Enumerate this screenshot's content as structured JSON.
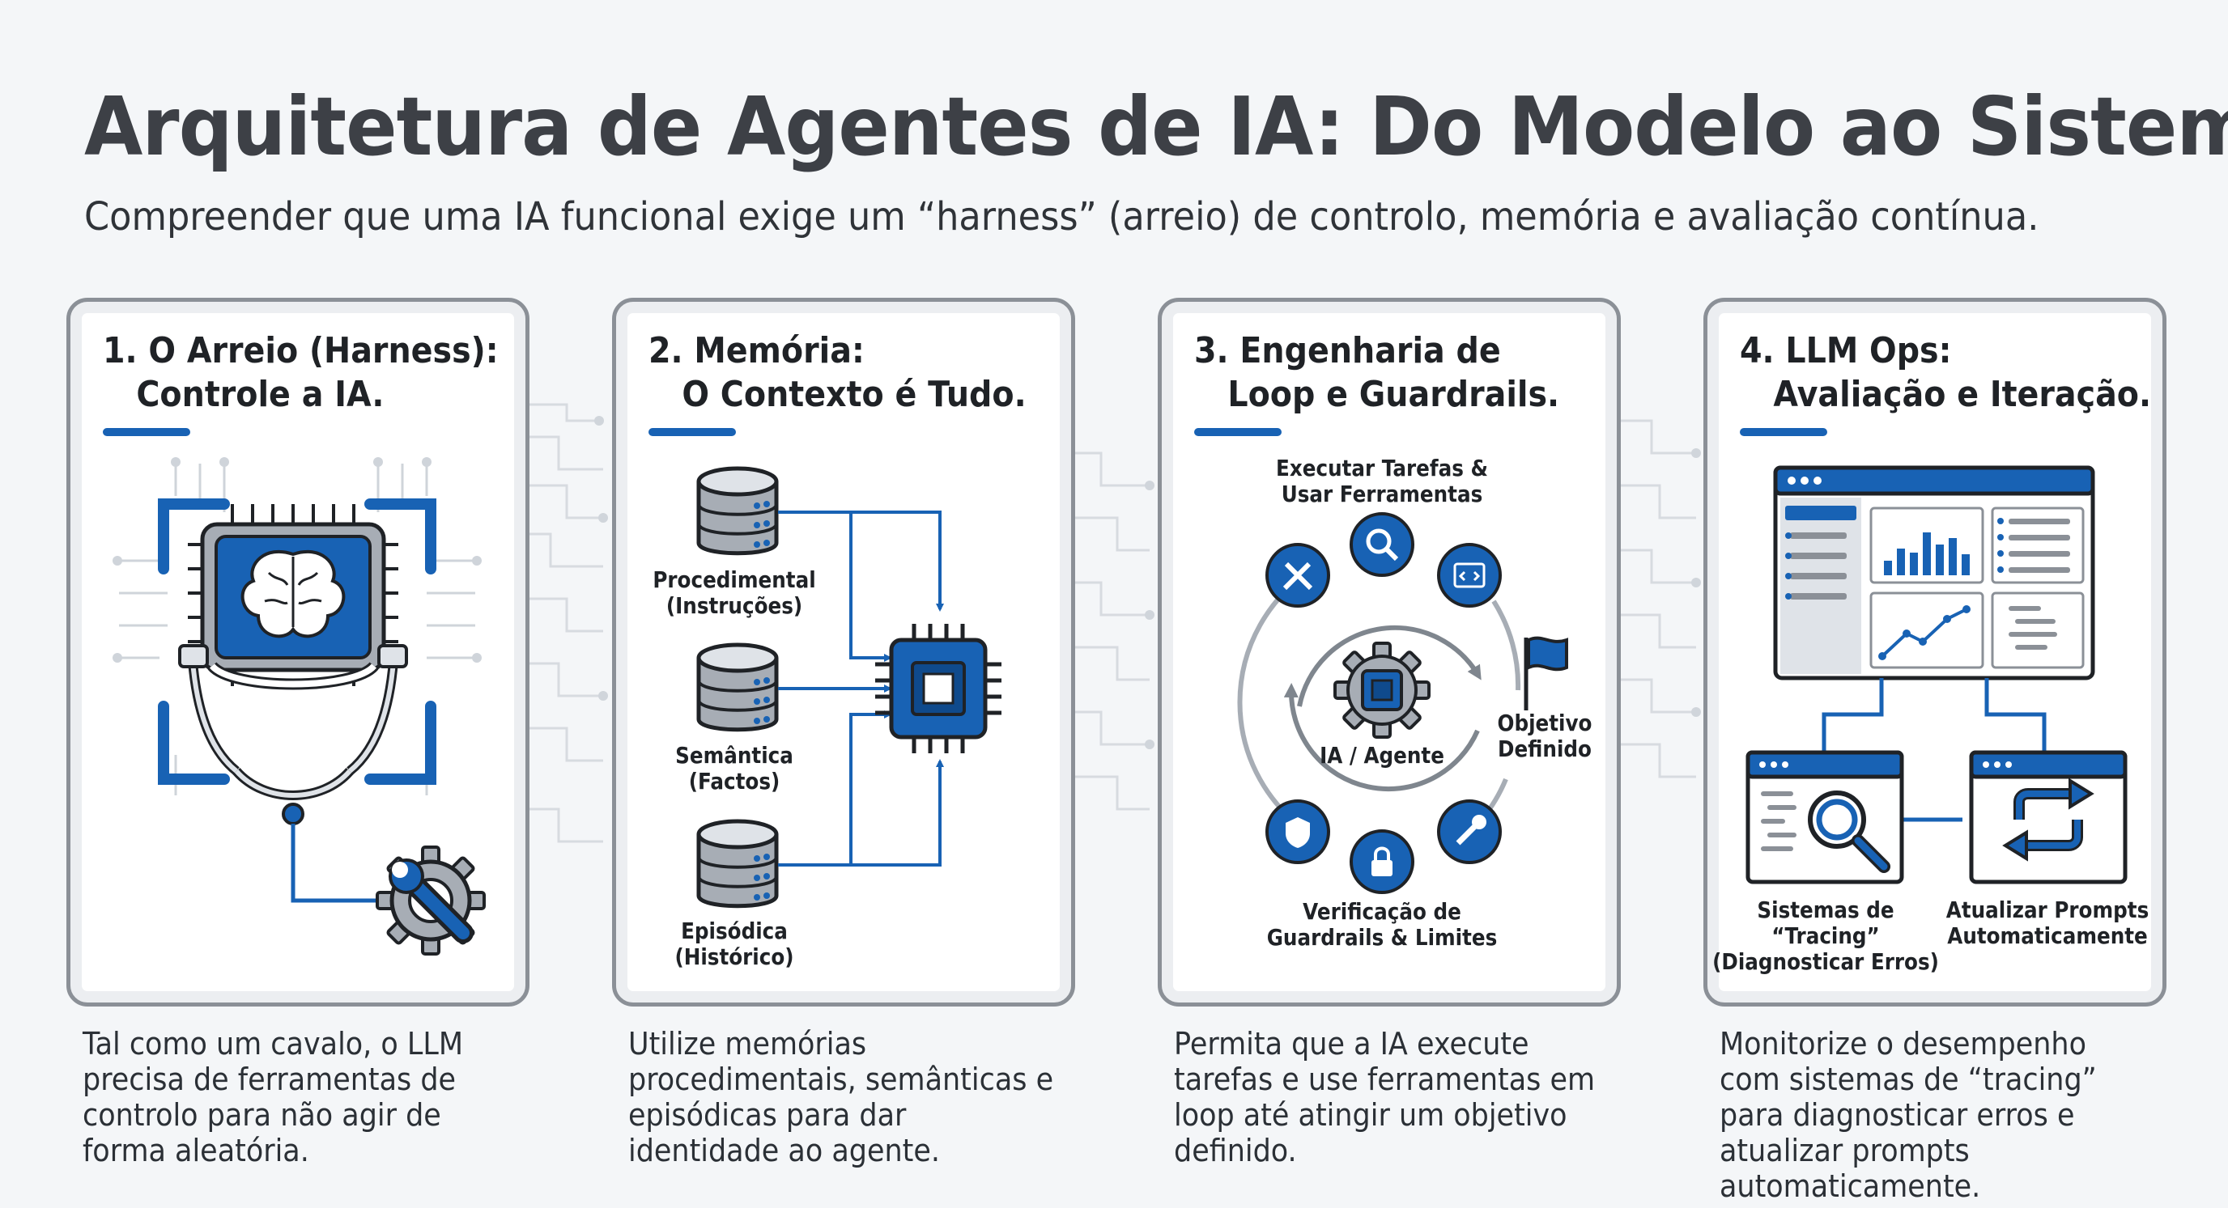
{
  "header": {
    "title": "Arquitetura de Agentes de IA: Do Modelo ao Sistema",
    "subtitle": "Compreender que uma IA funcional exige um “harness” (arreio) de controlo, memória e avaliação contínua."
  },
  "colors": {
    "accent": "#1862b4",
    "dark_blue": "#0f4a8c",
    "border": "#8b9097",
    "background": "#f4f6f8"
  },
  "cards": [
    {
      "title": "1. O Arreio (Harness):\n   Controle a IA.",
      "icons": [
        "brain-chip-icon",
        "harness-icon",
        "gear-wrench-icon"
      ],
      "description": "Tal como um cavalo, o LLM precisa de ferramentas de controlo para não agir de forma aleatória."
    },
    {
      "title": "2. Memória:\n   O Contexto é Tudo.",
      "labels": {
        "procedural": "Procedimental\n(Instruções)",
        "semantic": "Semântica\n(Factos)",
        "episodic": "Episódica\n(Histórico)"
      },
      "icons": [
        "database-icon",
        "chip-icon"
      ],
      "description": "Utilize memórias procedimentais, semânticas e episódicas para dar identidade ao agente."
    },
    {
      "title": "3. Engenharia de\n   Loop e Guardrails.",
      "labels": {
        "top": "Executar Tarefas &\nUsar Ferramentas",
        "center": "IA / Agente",
        "right": "Objetivo\nDefinido",
        "bottom": "Verificação de\nGuardrails & Limites"
      },
      "icons": [
        "tools-icon",
        "search-icon",
        "code-icon",
        "flag-icon",
        "gear-chip-icon",
        "shield-icon",
        "lock-icon",
        "wrench-icon"
      ],
      "description": "Permita que a IA execute tarefas e use ferramentas em loop até atingir um objetivo definido."
    },
    {
      "title": "4. LLM Ops:\n   Avaliação e Iteração.",
      "labels": {
        "tracing": "Sistemas de\n“Tracing”\n(Diagnosticar Erros)",
        "update": "Atualizar Prompts\nAutomaticamente"
      },
      "icons": [
        "dashboard-icon",
        "magnifier-icon",
        "refresh-icon"
      ],
      "description": "Monitorize o desempenho com sistemas de “tracing” para diagnosticar erros e atualizar prompts automaticamente."
    }
  ]
}
